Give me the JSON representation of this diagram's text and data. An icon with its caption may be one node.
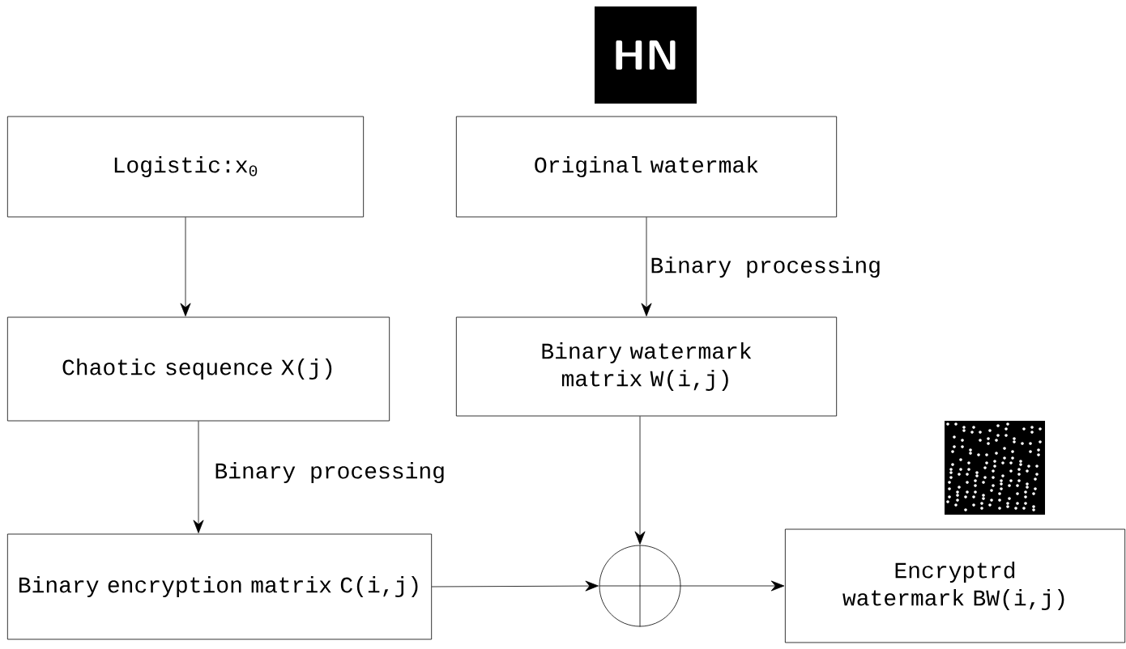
{
  "diagram": {
    "nodes": [
      {
        "text": [
          "Logistic:x$_{0}$"
        ]
      },
      {
        "text": [
          "HN"
        ]
      },
      {
        "text": [
          "Original watermak"
        ]
      },
      {
        "text": [
          "Chaotic sequence X(j)"
        ]
      },
      {
        "text": [
          "Binary watermark matrix W(i,j)"
        ]
      },
      {
        "text": [
          "Binary encryption matrix C(i,j)"
        ]
      },
      {
        "text": [],
        "shape": "circle"
      },
      {
        "text": [
          "Encryptrd watermark BW(i,j)"
        ]
      }
    ],
    "edges": [
      {
        "from": 0,
        "to": 3,
        "arrow": "to"
      },
      {
        "from": 2,
        "to": 4,
        "arrow": "to",
        "label": "Binary processing"
      },
      {
        "from": 3,
        "to": 5,
        "arrow": "to",
        "label": "Binary processing"
      },
      {
        "from": 4,
        "to": 6,
        "arrow": "to"
      },
      {
        "from": 5,
        "to": 6,
        "arrow": "to"
      },
      {
        "from": 6,
        "to": 7,
        "arrow": "to"
      }
    ]
  }
}
